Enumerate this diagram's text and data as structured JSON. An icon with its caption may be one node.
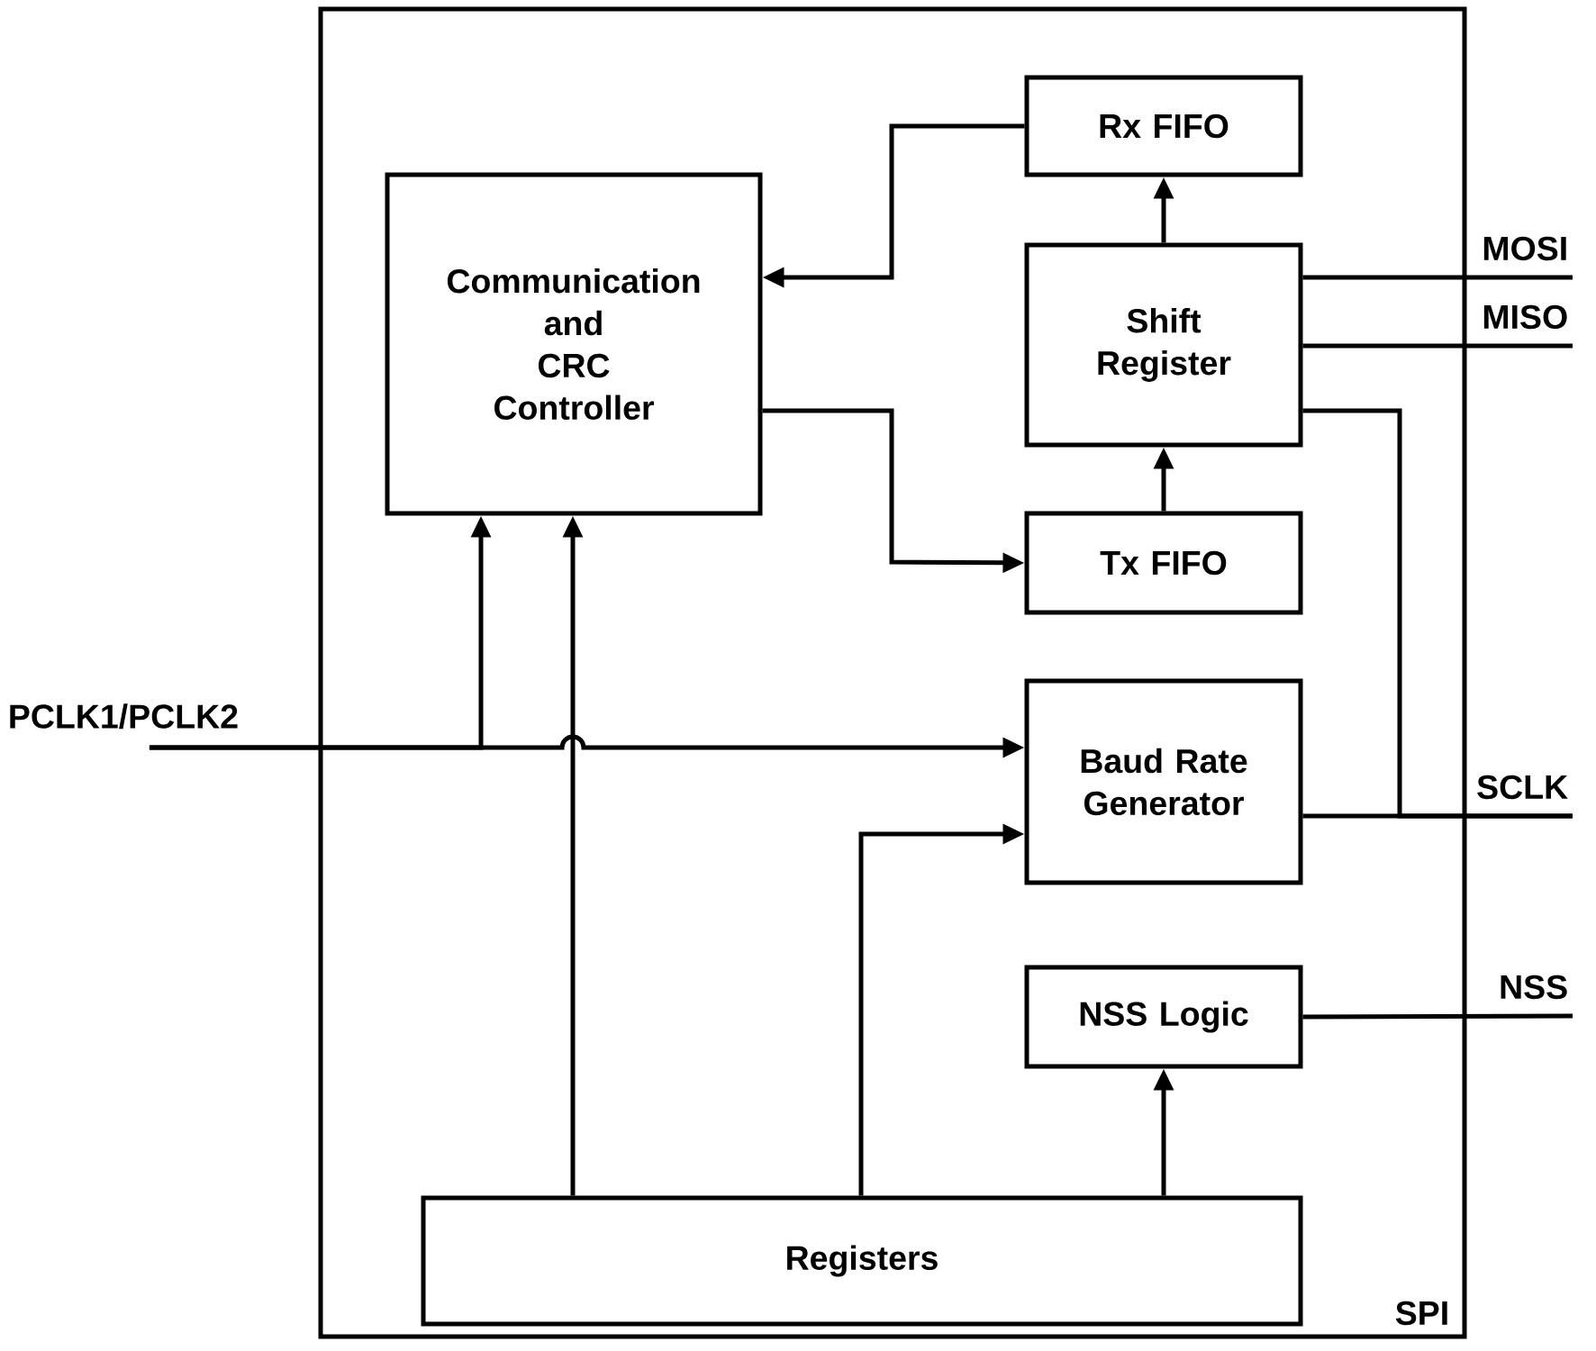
{
  "diagram": {
    "nodes": [
      {
        "text": [
          "SPI"
        ]
      },
      {
        "text": [
          "Communication and CRC Controller"
        ],
        "in": 0
      },
      {
        "text": [
          "Rx FIFO"
        ],
        "in": 0
      },
      {
        "text": [
          "Shift Register"
        ],
        "in": 0
      },
      {
        "text": [
          "Tx FIFO"
        ],
        "in": 0
      },
      {
        "text": [
          "Baud Rate Generator"
        ],
        "in": 0
      },
      {
        "text": [
          "NSS Logic"
        ],
        "in": 0
      },
      {
        "text": [
          "Registers"
        ],
        "in": 0
      },
      {
        "text": [
          "PCLK1/PCLK2"
        ]
      },
      {
        "text": [
          "MOSI"
        ]
      },
      {
        "text": [
          "MISO"
        ]
      },
      {
        "text": [
          "SCLK"
        ]
      },
      {
        "text": [
          "NSS"
        ]
      }
    ],
    "edges": [
      {
        "from": 3,
        "to": 2,
        "arrow": "to"
      },
      {
        "from": 2,
        "to": 1,
        "arrow": "to"
      },
      {
        "from": 1,
        "to": 4,
        "arrow": "to"
      },
      {
        "from": 4,
        "to": 3,
        "arrow": "to"
      },
      {
        "from": 8,
        "to": 5,
        "arrow": "to"
      },
      {
        "from": 8,
        "to": 1,
        "arrow": "to"
      },
      {
        "from": 7,
        "to": 1,
        "arrow": "to"
      },
      {
        "from": 7,
        "to": 5,
        "arrow": "to"
      },
      {
        "from": 7,
        "to": 6,
        "arrow": "to"
      },
      {
        "from": 3,
        "to": 9,
        "arrow": "none"
      },
      {
        "from": 3,
        "to": 10,
        "arrow": "none"
      },
      {
        "from": 3,
        "to": 11,
        "arrow": "none"
      },
      {
        "from": 5,
        "to": 11,
        "arrow": "none"
      },
      {
        "from": 6,
        "to": 12,
        "arrow": "none"
      }
    ]
  }
}
